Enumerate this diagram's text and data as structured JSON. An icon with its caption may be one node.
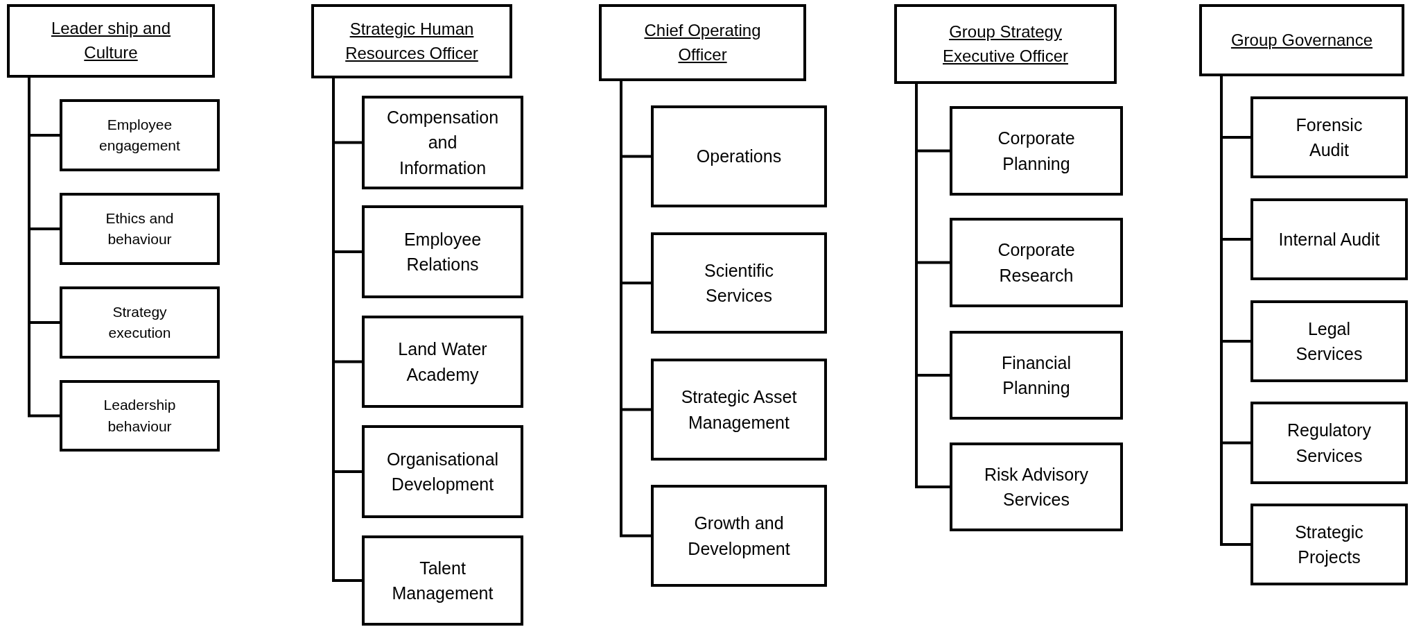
{
  "diagram": {
    "nodes": [
      {
        "text": [
          "Leader ship and Culture"
        ]
      },
      {
        "text": [
          "Employee engagement"
        ]
      },
      {
        "text": [
          "Ethics and behaviour"
        ]
      },
      {
        "text": [
          "Strategy execution"
        ]
      },
      {
        "text": [
          "Leadership behaviour"
        ]
      },
      {
        "text": [
          "Strategic Human Resources Officer"
        ]
      },
      {
        "text": [
          "Compensation and Information"
        ]
      },
      {
        "text": [
          "Employee Relations"
        ]
      },
      {
        "text": [
          "Land Water Academy"
        ]
      },
      {
        "text": [
          "Organisational Development"
        ]
      },
      {
        "text": [
          "Talent Management"
        ]
      },
      {
        "text": [
          "Chief Operating Officer"
        ]
      },
      {
        "text": [
          "Operations"
        ]
      },
      {
        "text": [
          "Scientific Services"
        ]
      },
      {
        "text": [
          "Strategic Asset Management"
        ]
      },
      {
        "text": [
          "Growth and Development"
        ]
      },
      {
        "text": [
          "Group Strategy Executive Officer"
        ]
      },
      {
        "text": [
          "Corporate Planning"
        ]
      },
      {
        "text": [
          "Corporate Research"
        ]
      },
      {
        "text": [
          "Financial Planning"
        ]
      },
      {
        "text": [
          "Risk Advisory Services"
        ]
      },
      {
        "text": [
          "Group Governance"
        ]
      },
      {
        "text": [
          "Forensic Audit"
        ]
      },
      {
        "text": [
          "Internal Audit"
        ]
      },
      {
        "text": [
          "Legal Services"
        ]
      },
      {
        "text": [
          "Regulatory Services"
        ]
      },
      {
        "text": [
          "Strategic Projects"
        ]
      }
    ],
    "edges": [
      {
        "from": 0,
        "to": 1,
        "arrow": "none"
      },
      {
        "from": 0,
        "to": 2,
        "arrow": "none"
      },
      {
        "from": 0,
        "to": 3,
        "arrow": "none"
      },
      {
        "from": 0,
        "to": 4,
        "arrow": "none"
      },
      {
        "from": 5,
        "to": 6,
        "arrow": "none"
      },
      {
        "from": 5,
        "to": 7,
        "arrow": "none"
      },
      {
        "from": 5,
        "to": 8,
        "arrow": "none"
      },
      {
        "from": 5,
        "to": 9,
        "arrow": "none"
      },
      {
        "from": 5,
        "to": 10,
        "arrow": "none"
      },
      {
        "from": 11,
        "to": 12,
        "arrow": "none"
      },
      {
        "from": 11,
        "to": 13,
        "arrow": "none"
      },
      {
        "from": 11,
        "to": 14,
        "arrow": "none"
      },
      {
        "from": 11,
        "to": 15,
        "arrow": "none"
      },
      {
        "from": 16,
        "to": 17,
        "arrow": "none"
      },
      {
        "from": 16,
        "to": 18,
        "arrow": "none"
      },
      {
        "from": 16,
        "to": 19,
        "arrow": "none"
      },
      {
        "from": 16,
        "to": 20,
        "arrow": "none"
      },
      {
        "from": 21,
        "to": 22,
        "arrow": "none"
      },
      {
        "from": 21,
        "to": 23,
        "arrow": "none"
      },
      {
        "from": 21,
        "to": 24,
        "arrow": "none"
      },
      {
        "from": 21,
        "to": 25,
        "arrow": "none"
      },
      {
        "from": 21,
        "to": 26,
        "arrow": "none"
      }
    ]
  }
}
